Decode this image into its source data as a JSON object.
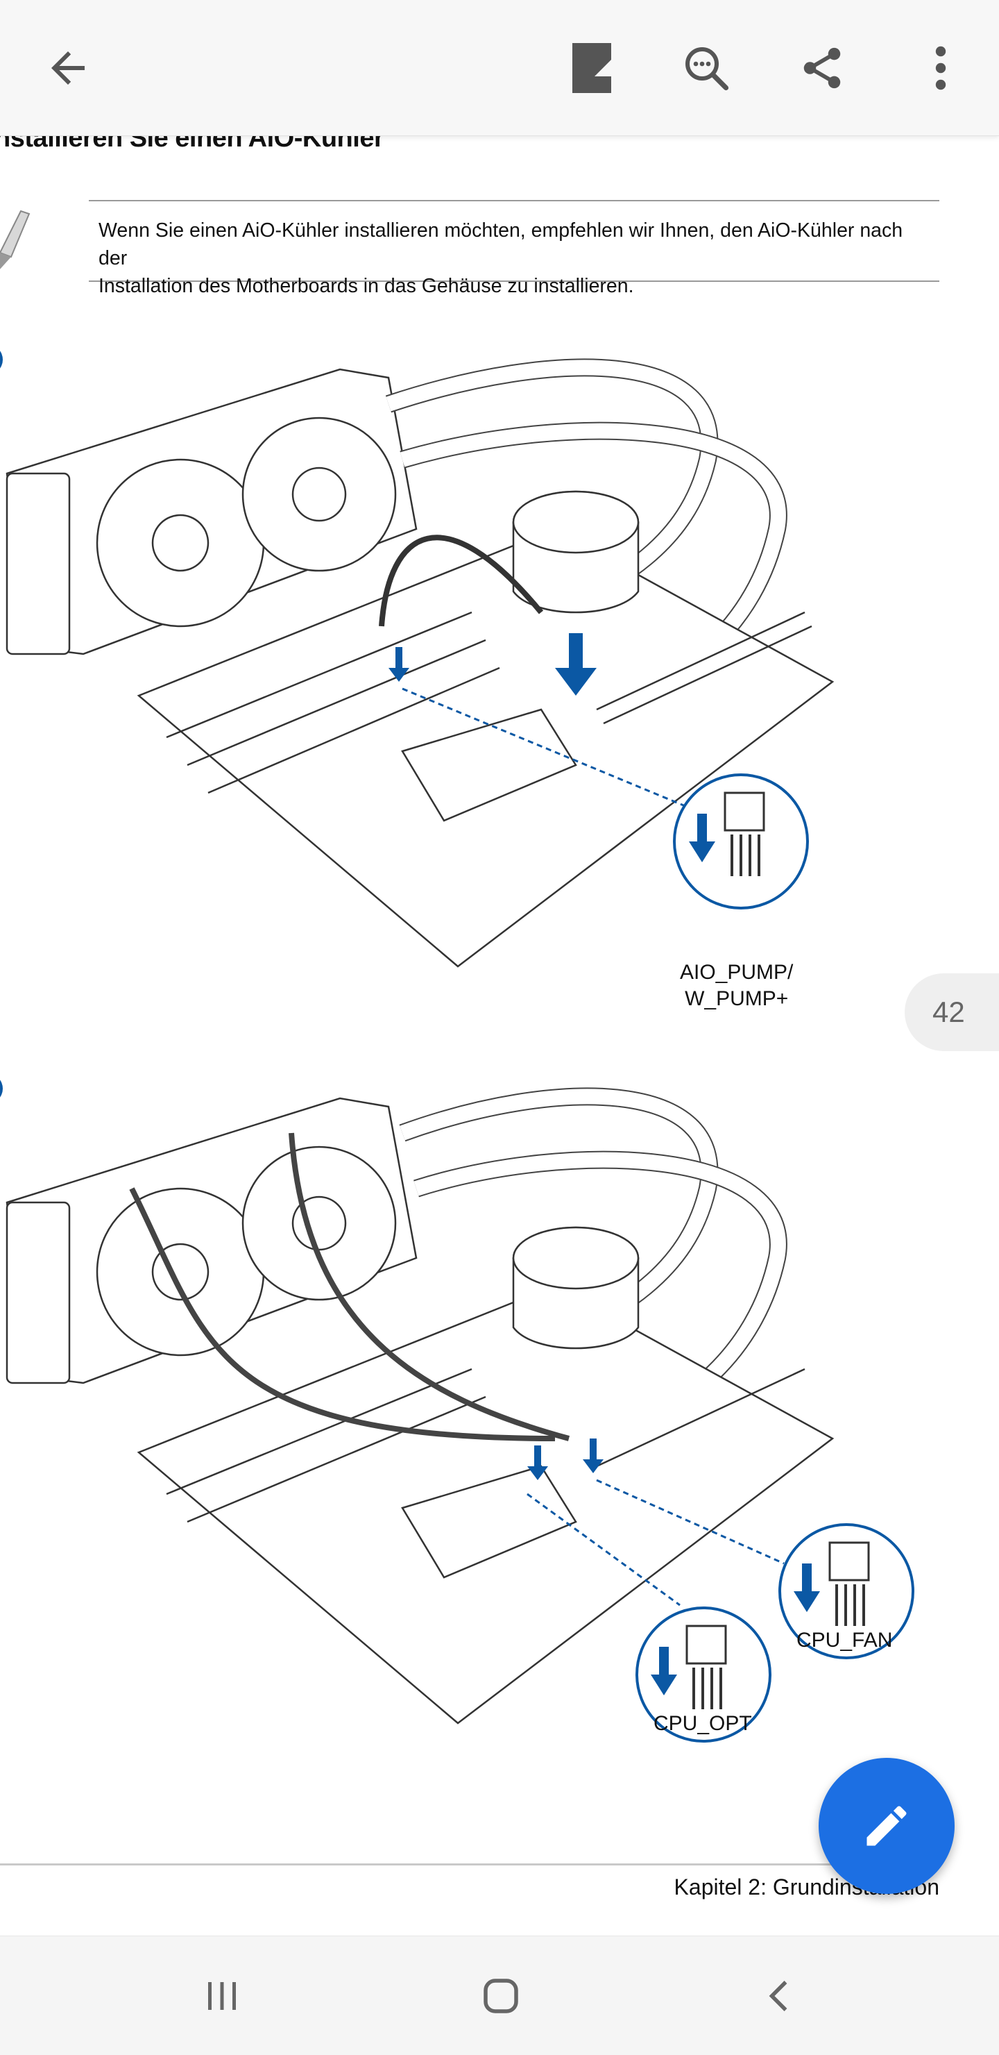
{
  "appbar": {
    "icons": [
      "back-arrow-icon",
      "reflow-icon",
      "search-icon",
      "share-icon",
      "more-vert-icon"
    ]
  },
  "document": {
    "section_title": "Installieren Sie einen AiO-Kühler",
    "note_line1": "Wenn Sie einen AiO-Kühler installieren möchten, empfehlen wir Ihnen, den AiO-Kühler nach der",
    "note_line2": "Installation des Motherboards in das Gehäuse zu installieren.",
    "figure1": {
      "label_line1": "AIO_PUMP/",
      "label_line2": "W_PUMP+"
    },
    "figure2": {
      "label_fan": "CPU_FAN",
      "label_opt": "CPU_OPT"
    },
    "chapter": "Kapitel 2: Grundinstallation"
  },
  "page_indicator": "42",
  "colors": {
    "accent": "#0b58a4",
    "fab": "#1c6fe3",
    "appbar": "#f7f7f7"
  },
  "navbar": {
    "icons": [
      "recents-icon",
      "home-icon",
      "nav-back-icon"
    ]
  }
}
